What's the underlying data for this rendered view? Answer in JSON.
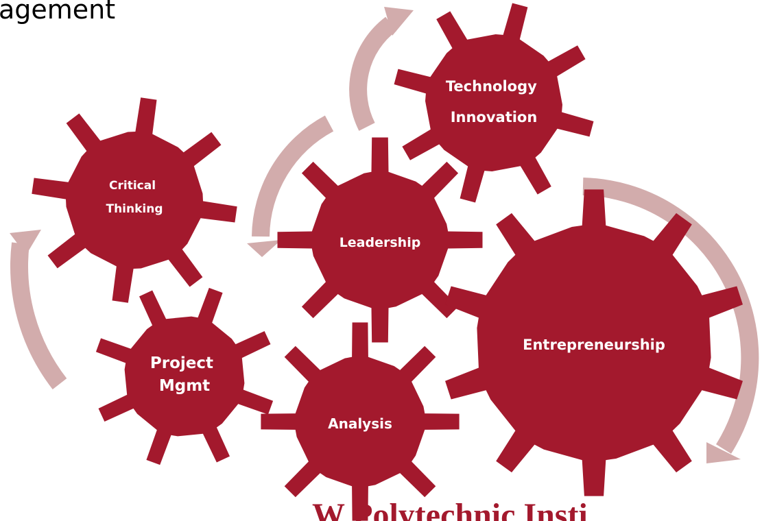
{
  "title_partial": "agement",
  "footer_partial": "W        Polytechnic Insti",
  "colors": {
    "gear": "#A3192D",
    "arrow": "#D2ACAC",
    "label": "#FFFFFF",
    "background": "#FFFFFF"
  },
  "gears": [
    {
      "id": "critical-thinking",
      "lines": [
        "Critical",
        "Thinking"
      ]
    },
    {
      "id": "technology-innovation",
      "lines": [
        "Technology",
        "Innovation"
      ]
    },
    {
      "id": "leadership",
      "lines": [
        "Leadership"
      ]
    },
    {
      "id": "project-mgmt",
      "lines": [
        "Project",
        "Mgmt"
      ]
    },
    {
      "id": "analysis",
      "lines": [
        "Analysis"
      ]
    },
    {
      "id": "entrepreneurship",
      "lines": [
        "Entrepreneurship"
      ]
    }
  ]
}
